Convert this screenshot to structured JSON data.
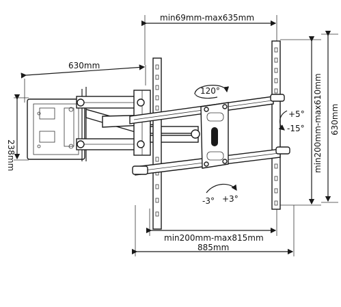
{
  "labels": {
    "vesa_width_range": "min69mm-max635mm",
    "arm_extension": "630mm",
    "wall_plate_height": "238mm",
    "swivel_angle": "120°",
    "tilt_up": "+5°",
    "tilt_down": "-15°",
    "vesa_height_range": "min200mm-max610mm",
    "overall_height": "630mm",
    "level_minus": "-3°",
    "level_plus": "+3°",
    "arm_span_range": "min200mm-max815mm",
    "overall_width": "885mm"
  }
}
